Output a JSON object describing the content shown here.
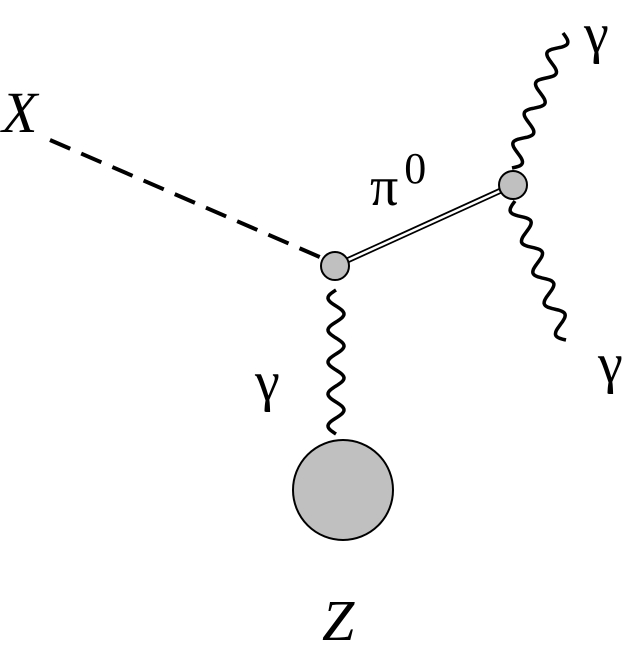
{
  "labels": {
    "x_particle": "X",
    "pion": "π",
    "pion_charge": "0",
    "photon_top": "γ",
    "photon_bottom_right": "γ",
    "photon_left": "γ",
    "nucleus": "Z"
  },
  "colors": {
    "vertex_fill": "#c0c0c0",
    "line": "#000000"
  }
}
